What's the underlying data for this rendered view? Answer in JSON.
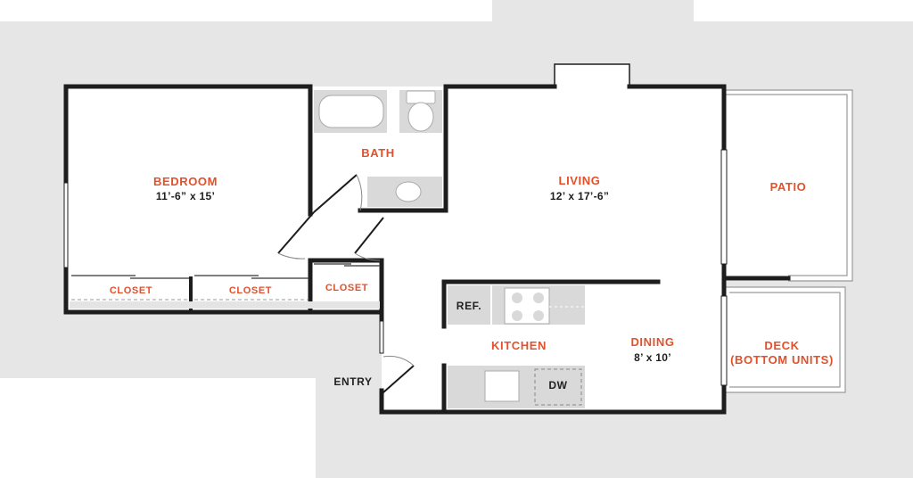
{
  "colors": {
    "wall": "#1d1d1d",
    "accent": "#e4502a",
    "exterior": "#e6e6e6",
    "fixture": "#d9d9d9",
    "floor": "#ffffff"
  },
  "rooms": {
    "bedroom": {
      "name": "BEDROOM",
      "dims": "11’-6” x 15’"
    },
    "bath": {
      "name": "BATH"
    },
    "living": {
      "name": "LIVING",
      "dims": "12’ x 17’-6”"
    },
    "patio": {
      "name": "PATIO"
    },
    "closet_1": {
      "name": "CLOSET"
    },
    "closet_2": {
      "name": "CLOSET"
    },
    "closet_3": {
      "name": "CLOSET"
    },
    "kitchen": {
      "name": "KITCHEN"
    },
    "dining": {
      "name": "DINING",
      "dims": "8’ x 10’"
    },
    "deck": {
      "name_line1": "DECK",
      "name_line2": "(BOTTOM UNITS)"
    }
  },
  "fixtures": {
    "refrigerator": "REF.",
    "dishwasher": "DW"
  },
  "entry": "ENTRY"
}
